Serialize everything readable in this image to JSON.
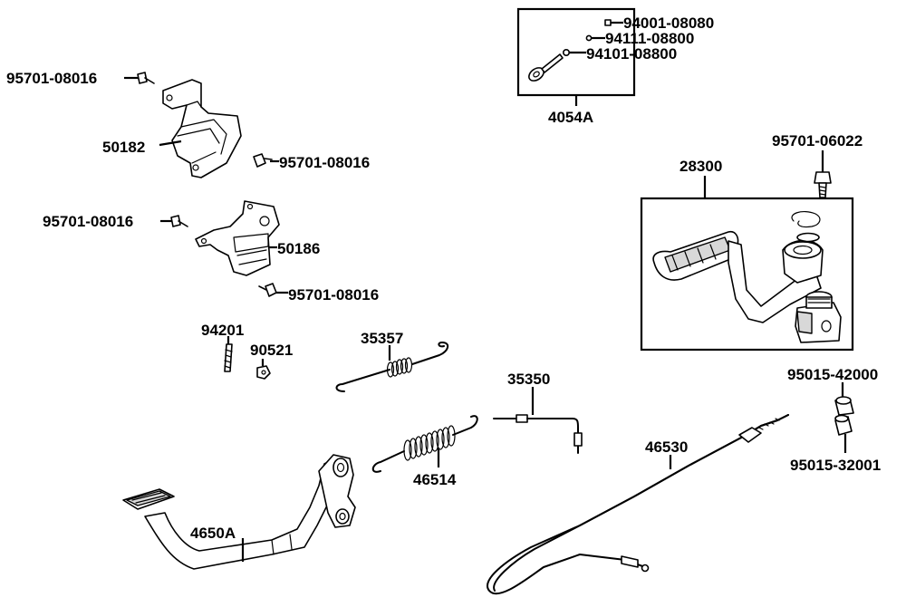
{
  "parts": {
    "p4054A": "4054A",
    "p94001": "94001-08080",
    "p94111": "94111-08800",
    "p94101": "94101-08800",
    "p95701_a": "95701-08016",
    "p50182": "50182",
    "p95701_b": "95701-08016",
    "p95701_c": "95701-08016",
    "p50186": "50186",
    "p95701_d": "95701-08016",
    "p94201": "94201",
    "p90521": "90521",
    "p35357": "35357",
    "p35350": "35350",
    "p46514": "46514",
    "p4650A": "4650A",
    "p46530": "46530",
    "p28300": "28300",
    "p95701_06022": "95701-06022",
    "p95015_42000": "95015-42000",
    "p95015_32001": "95015-32001"
  }
}
